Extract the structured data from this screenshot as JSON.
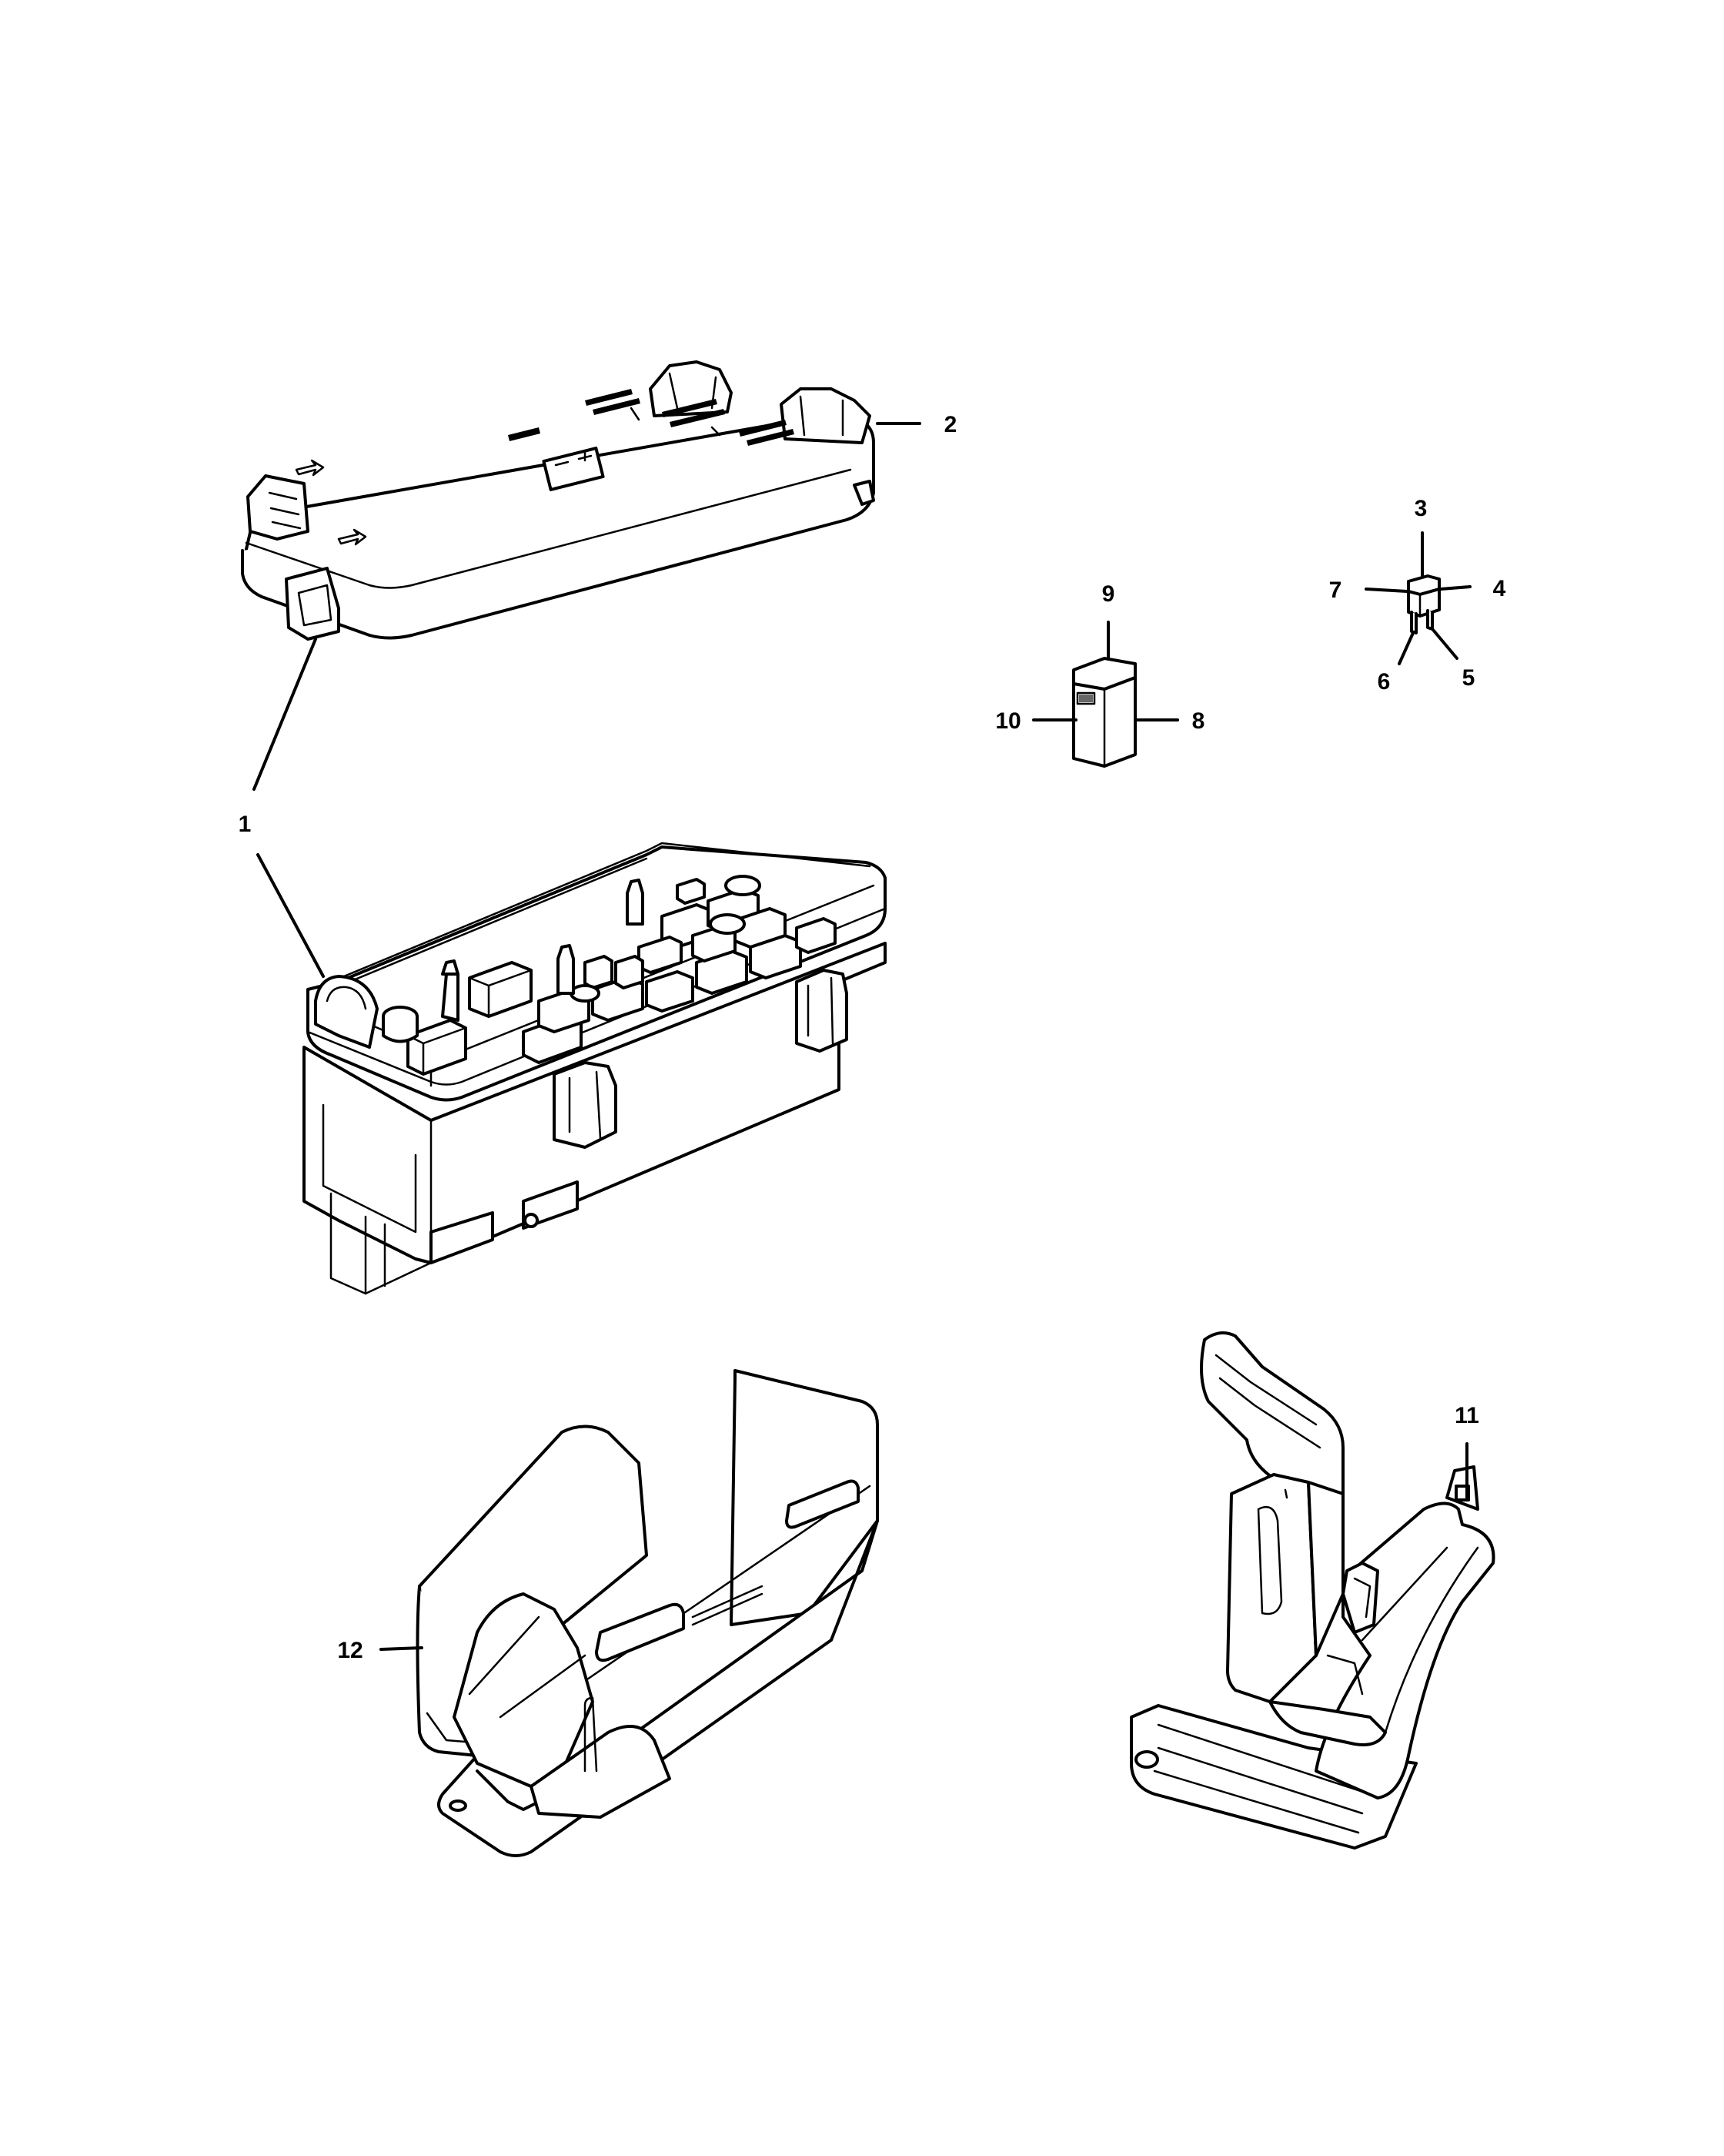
{
  "diagram": {
    "callouts": [
      {
        "id": "1",
        "text": "1"
      },
      {
        "id": "2",
        "text": "2"
      },
      {
        "id": "3",
        "text": "3"
      },
      {
        "id": "4",
        "text": "4"
      },
      {
        "id": "5",
        "text": "5"
      },
      {
        "id": "6",
        "text": "6"
      },
      {
        "id": "7",
        "text": "7"
      },
      {
        "id": "8",
        "text": "8"
      },
      {
        "id": "9",
        "text": "9"
      },
      {
        "id": "10",
        "text": "10"
      },
      {
        "id": "11",
        "text": "11"
      },
      {
        "id": "12",
        "text": "12"
      }
    ],
    "parts": [
      {
        "name": "fuse-box-cover",
        "callout": "2"
      },
      {
        "name": "power-distribution-center",
        "callout": "1"
      },
      {
        "name": "mini-fuse",
        "callouts": [
          "3",
          "4",
          "5",
          "6",
          "7"
        ]
      },
      {
        "name": "cartridge-fuse",
        "callouts": [
          "8",
          "9",
          "10"
        ]
      },
      {
        "name": "mounting-bracket",
        "callout": "11"
      },
      {
        "name": "shield-bracket",
        "callout": "12"
      }
    ],
    "colors": {
      "line": "#000000",
      "background": "#ffffff"
    }
  }
}
